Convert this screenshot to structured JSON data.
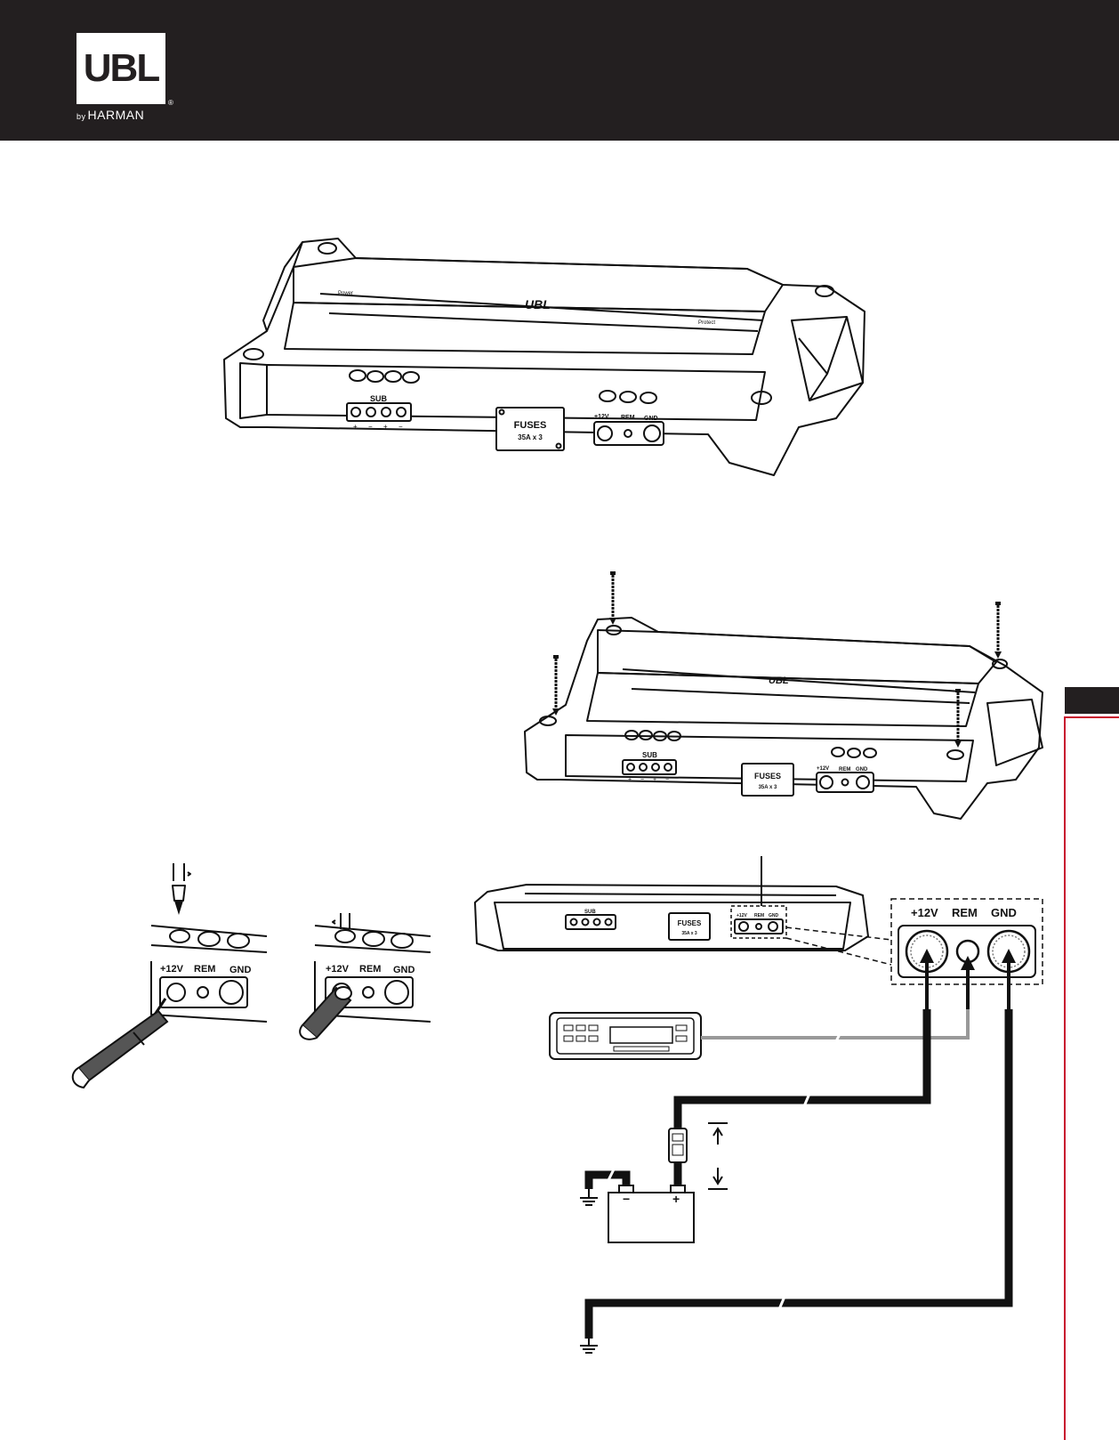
{
  "brand": {
    "logo_text": "UBL",
    "by": "by",
    "company": "HARMAN",
    "registered": "®"
  },
  "amplifier_top": {
    "brand_mark": "UBL",
    "power_led": "Power",
    "protect_led": "Protect",
    "sub_label": "SUB",
    "sub_terminals": [
      "+",
      "−",
      "+",
      "−"
    ],
    "fuses_label": "FUSES",
    "fuses_rating": "35A x 3",
    "power_terminals": [
      "+12V",
      "REM",
      "GND"
    ]
  },
  "amplifier_mount": {
    "brand_mark": "UBL",
    "sub_label": "SUB",
    "sub_terminals": [
      "+",
      "−",
      "+",
      "−"
    ],
    "fuses_label": "FUSES",
    "fuses_rating": "35A x 3",
    "power_terminals": [
      "+12V",
      "REM",
      "GND"
    ]
  },
  "terminal_detail_left": {
    "terminals": [
      "+12V",
      "REM",
      "GND"
    ]
  },
  "terminal_detail_right": {
    "terminals": [
      "+12V",
      "REM",
      "GND"
    ]
  },
  "wiring_amp": {
    "sub_label": "SUB",
    "fuses_label": "FUSES",
    "fuses_rating": "35A x 3",
    "power_terminals": [
      "+12V",
      "REM",
      "GND"
    ]
  },
  "wiring_zoom": {
    "terminals": [
      "+12V",
      "REM",
      "GND"
    ]
  },
  "battery": {
    "negative": "−",
    "positive": "+"
  },
  "colors": {
    "header_bg": "#231f20",
    "accent_red": "#c8102e",
    "remote_wire": "#999999"
  }
}
